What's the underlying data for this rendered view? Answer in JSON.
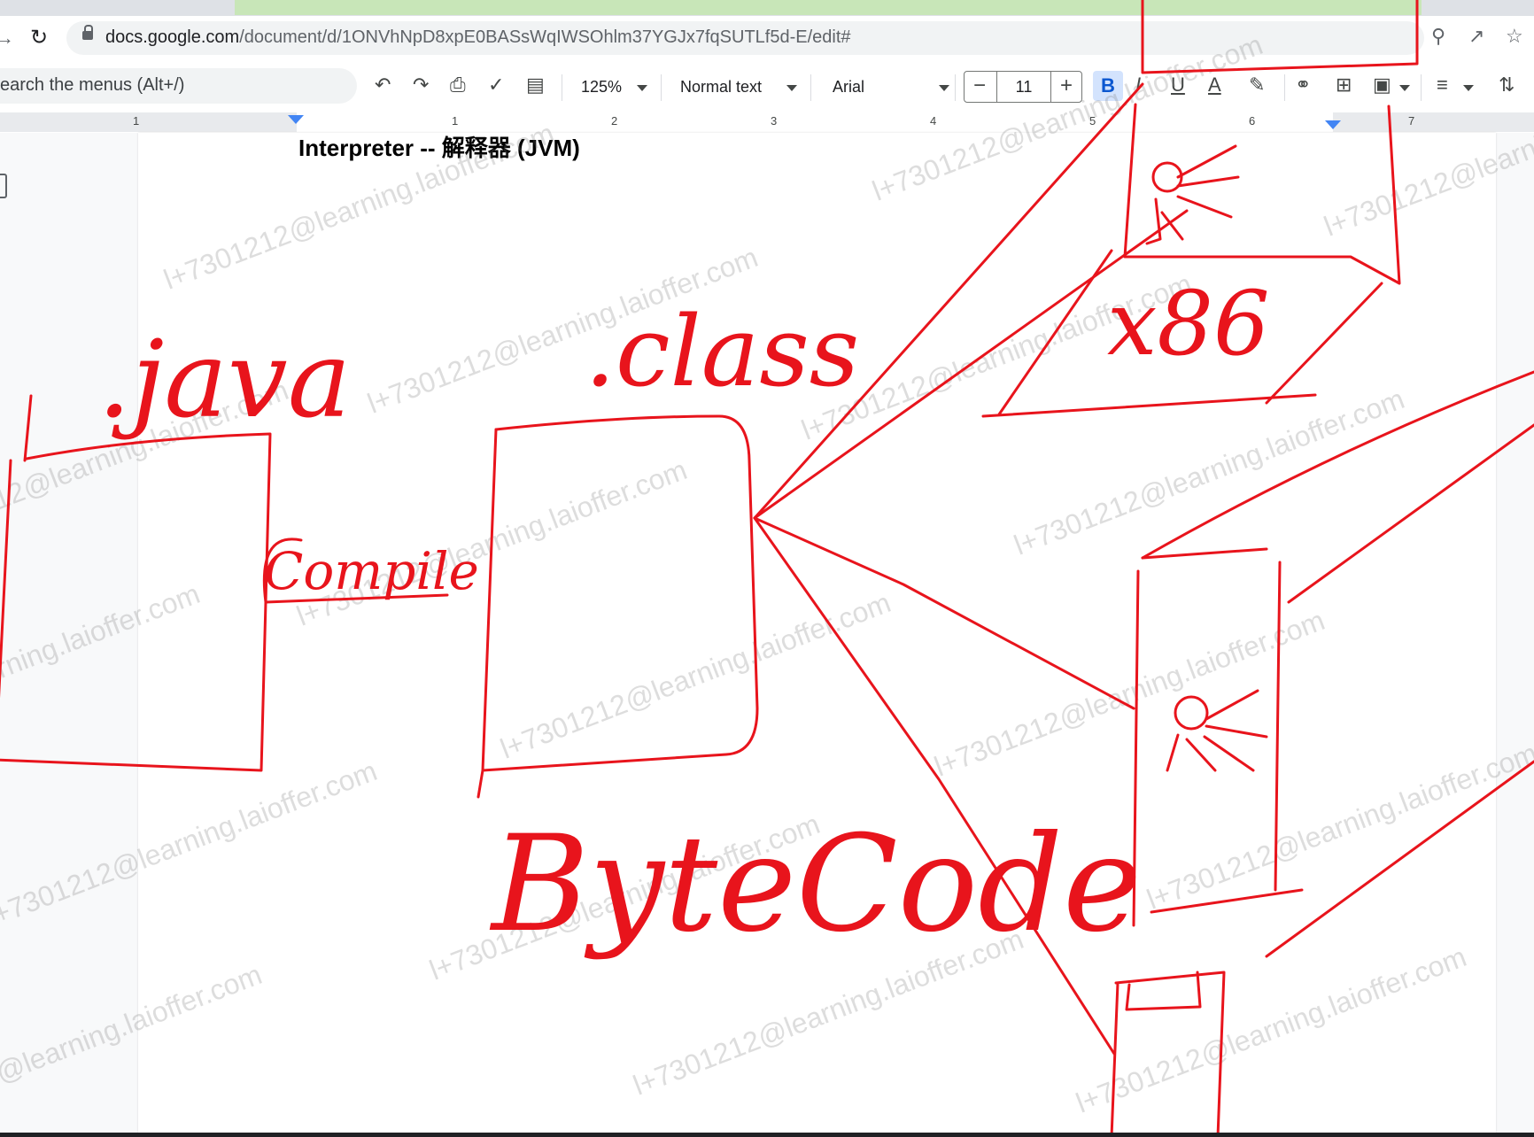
{
  "browser": {
    "url_host": "docs.google.com",
    "url_path": "/document/d/1ONVhNpD8xpE0BASsWqIWSOhlm37YGJx7fqSUTLf5d-E/edit#"
  },
  "toolbar": {
    "menu_search_placeholder": "earch the menus (Alt+/)",
    "zoom": "125%",
    "style": "Normal text",
    "font": "Arial",
    "font_size": "11",
    "bold_label": "B"
  },
  "ruler": {
    "numbers": [
      "1",
      "1",
      "2",
      "3",
      "4",
      "5",
      "6",
      "7"
    ]
  },
  "document": {
    "heading": "Interpreter -- 解释器 (JVM)"
  },
  "watermark": {
    "text": "l+7301212@learning.laioffer.com"
  },
  "handwriting": {
    "java": ".java",
    "compile": "Compile",
    "class": ".class",
    "bytecode": "ByteCode",
    "x86": "x86"
  },
  "colors": {
    "ink": "#e8141c",
    "active_tab": "#c8e6b8",
    "bold_bg": "#d3e3fd"
  }
}
